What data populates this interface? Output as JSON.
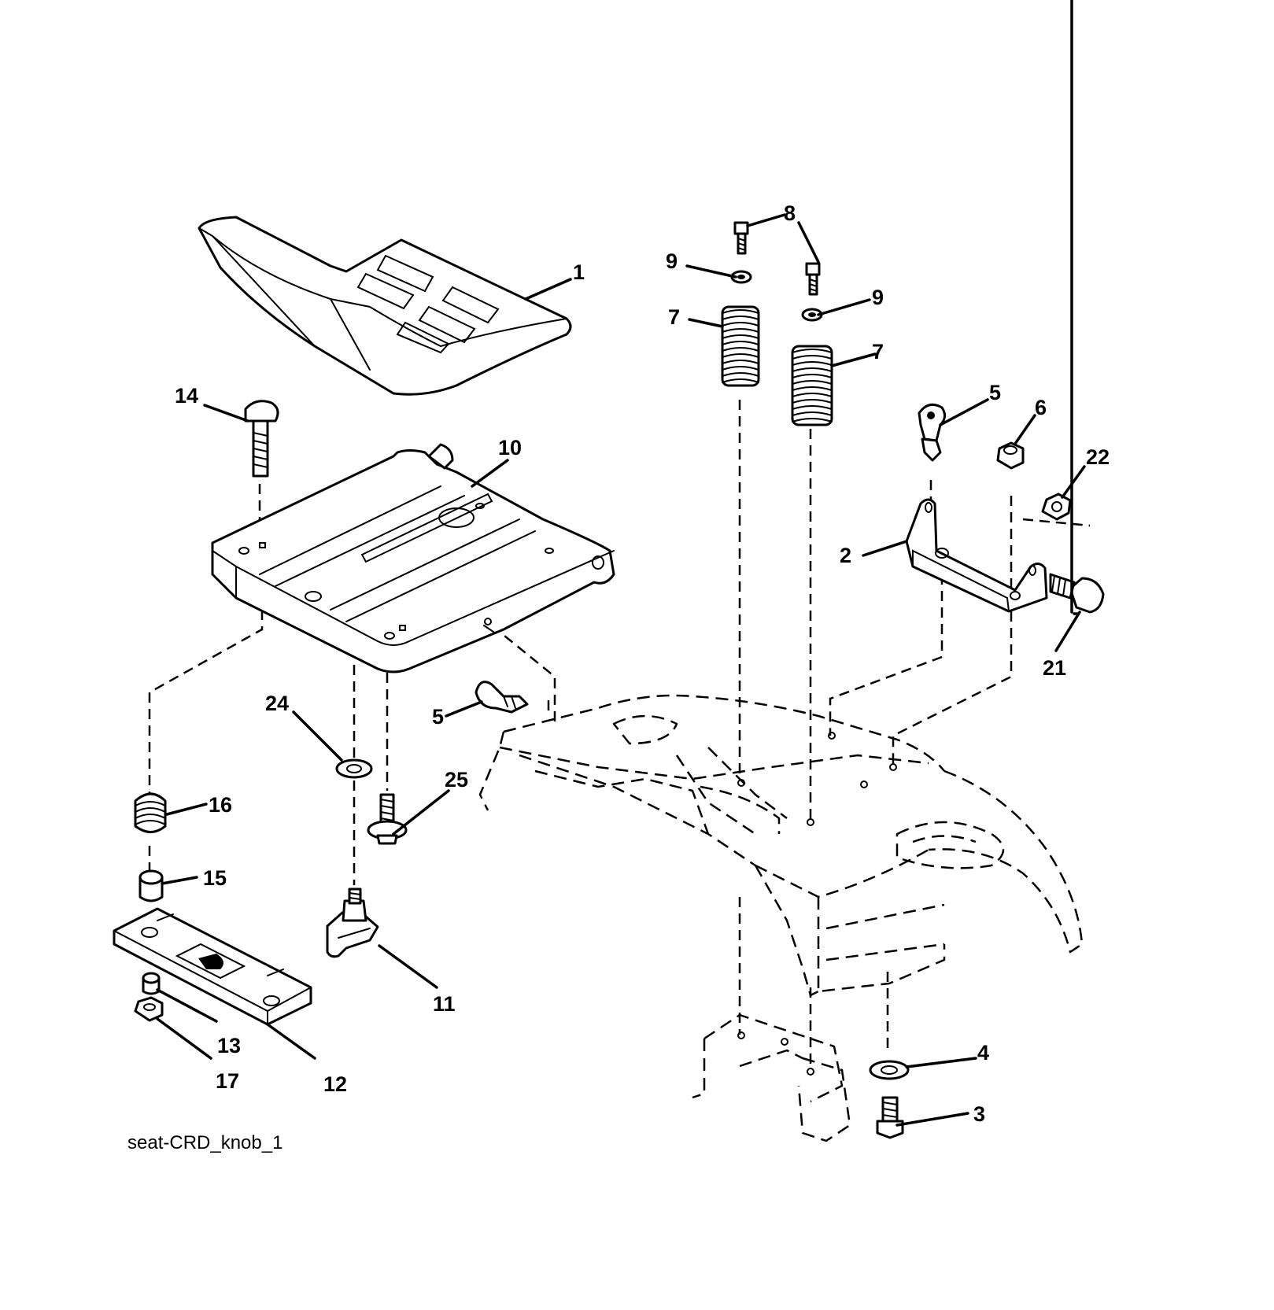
{
  "diagram": {
    "caption": "seat-CRD_knob_1",
    "callouts": [
      "1",
      "2",
      "3",
      "4",
      "5",
      "5",
      "6",
      "7",
      "7",
      "8",
      "9",
      "9",
      "10",
      "11",
      "12",
      "13",
      "14",
      "15",
      "16",
      "17",
      "21",
      "22",
      "24",
      "25"
    ]
  }
}
